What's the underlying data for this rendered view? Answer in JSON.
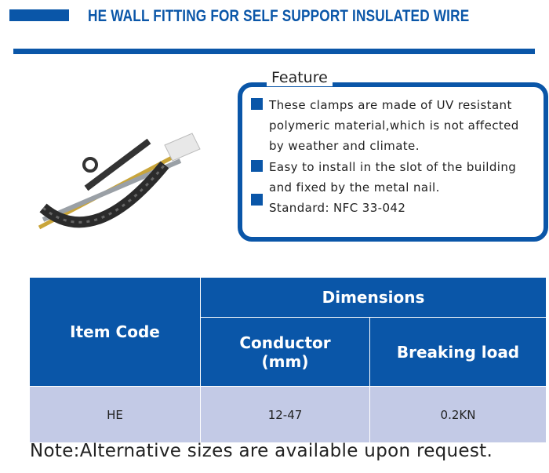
{
  "title": "HE WALL FITTING FOR SELF SUPPORT INSULATED WIRE",
  "feature": {
    "label": "Feature",
    "lines": [
      "These clamps are made of UV resistant",
      "polymeric material,which is not affected",
      "by weather and climate.",
      "Easy to install in the slot of the building",
      "and fixed by the metal nail.",
      "Standard: NFC 33-042"
    ]
  },
  "table": {
    "headers": {
      "item_code": "Item Code",
      "dimensions": "Dimensions",
      "conductor": "Conductor",
      "conductor_unit": "(mm)",
      "breaking_load": "Breaking load"
    },
    "rows": [
      {
        "item_code": "HE",
        "conductor": "12-47",
        "breaking_load": "0.2KN"
      }
    ]
  },
  "note": "Note:Alternative sizes are available upon request.",
  "colors": {
    "brand": "#0a56a8",
    "row": "#c3cae6"
  }
}
